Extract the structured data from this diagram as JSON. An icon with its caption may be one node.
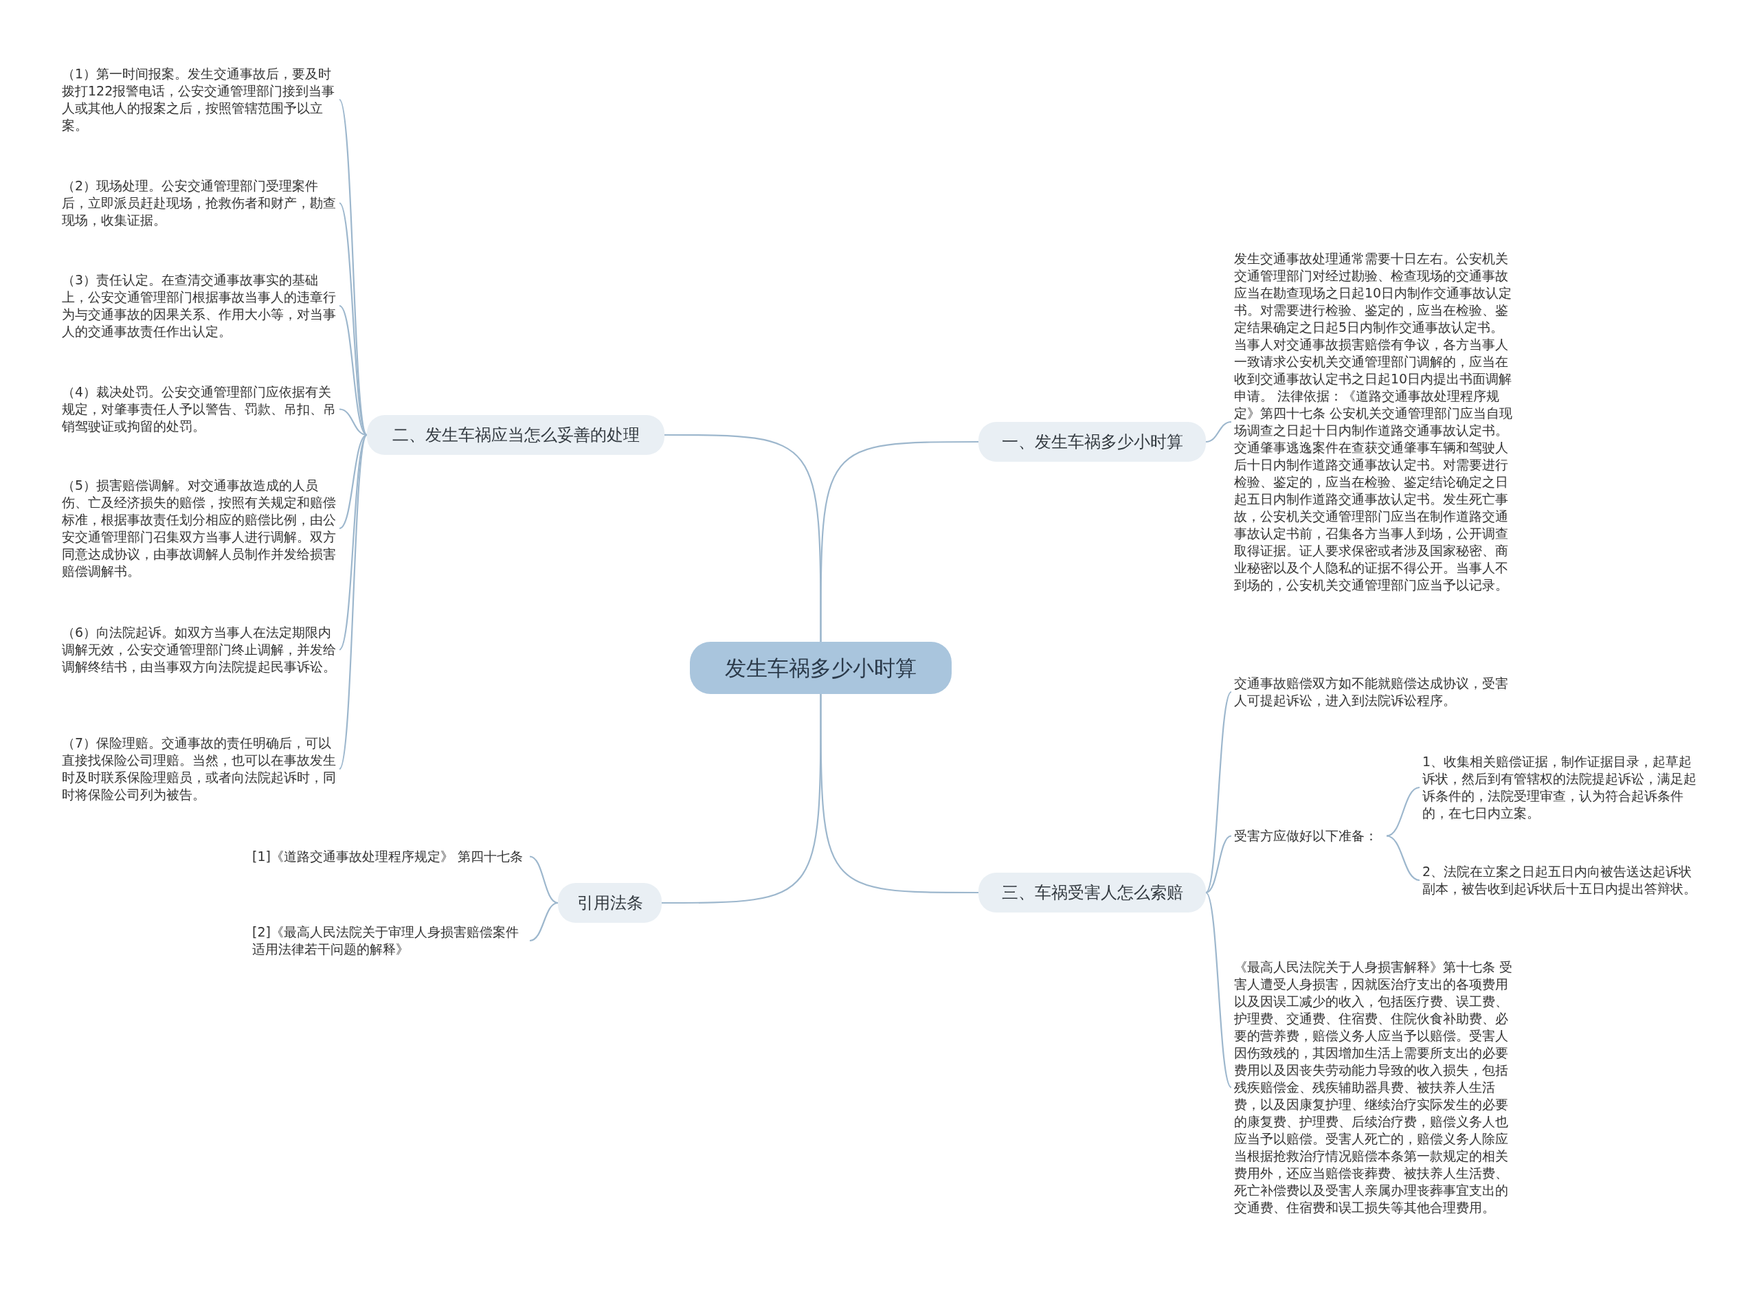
{
  "diagram": {
    "nodes": [
      {
        "text": [
          "发生车祸多少小时算"
        ]
      },
      {
        "text": [
          "一、发生车祸多少小时算"
        ]
      },
      {
        "text": [
          "发生交通事故处理通常需要十日左右。公安机关交通管理部门对经过勘验、检查现场的交通事故应当在勘查现场之日起10日内制作交通事故认定书。对需要进行检验、鉴定的，应当在检验、鉴定结果确定之日起5日内制作交通事故认定书。当事人对交通事故损害赔偿有争议，各方当事人一致请求公安机关交通管理部门调解的，应当在收到交通事故认定书之日起10日内提出书面调解申请。 法律依据：《道路交通事故处理程序规定》第四十七条 公安机关交通管理部门应当自现场调查之日起十日内制作道路交通事故认定书。交通肇事逃逸案件在查获交通肇事车辆和驾驶人后十日内制作道路交通事故认定书。对需要进行检验、鉴定的，应当在检验、鉴定结论确定之日起五日内制作道路交通事故认定书。发生死亡事故，公安机关交通管理部门应当在制作道路交通事故认定书前，召集各方当事人到场，公开调查取得证据。证人要求保密或者涉及国家秘密、商业秘密以及个人隐私的证据不得公开。当事人不到场的，公安机关交通管理部门应当予以记录。"
        ]
      },
      {
        "text": [
          "二、发生车祸应当怎么妥善的处理"
        ]
      },
      {
        "text": [
          "（1）第一时间报案。发生交通事故后，要及时拨打122报警电话，公安交通管理部门接到当事人或其他人的报案之后，按照管辖范围予以立案。"
        ]
      },
      {
        "text": [
          "（2）现场处理。公安交通管理部门受理案件后，立即派员赶赴现场，抢救伤者和财产，勘查现场，收集证据。"
        ]
      },
      {
        "text": [
          "（3）责任认定。在查清交通事故事实的基础上，公安交通管理部门根据事故当事人的违章行为与交通事故的因果关系、作用大小等，对当事人的交通事故责任作出认定。"
        ]
      },
      {
        "text": [
          "（4）裁决处罚。公安交通管理部门应依据有关规定，对肇事责任人予以警告、罚款、吊扣、吊销驾驶证或拘留的处罚。"
        ]
      },
      {
        "text": [
          "（5）损害赔偿调解。对交通事故造成的人员伤、亡及经济损失的赔偿，按照有关规定和赔偿标准，根据事故责任划分相应的赔偿比例，由公安交通管理部门召集双方当事人进行调解。双方同意达成协议，由事故调解人员制作并发给损害赔偿调解书。"
        ]
      },
      {
        "text": [
          "（6）向法院起诉。如双方当事人在法定期限内调解无效，公安交通管理部门终止调解，并发给调解终结书，由当事双方向法院提起民事诉讼。"
        ]
      },
      {
        "text": [
          "（7）保险理赔。交通事故的责任明确后，可以直接找保险公司理赔。当然，也可以在事故发生时及时联系保险理赔员，或者向法院起诉时，同时将保险公司列为被告。"
        ]
      },
      {
        "text": [
          "三、车祸受害人怎么索赔"
        ]
      },
      {
        "text": [
          "交通事故赔偿双方如不能就赔偿达成协议，受害人可提起诉讼，进入到法院诉讼程序。"
        ]
      },
      {
        "text": [
          "受害方应做好以下准备："
        ]
      },
      {
        "text": [
          "1、收集相关赔偿证据，制作证据目录，起草起诉状，然后到有管辖权的法院提起诉讼，满足起诉条件的，法院受理审查，认为符合起诉条件的，在七日内立案。"
        ]
      },
      {
        "text": [
          "2、法院在立案之日起五日内向被告送达起诉状副本，被告收到起诉状后十五日内提出答辩状。"
        ]
      },
      {
        "text": [
          "《最高人民法院关于人身损害解释》第十七条 受害人遭受人身损害，因就医治疗支出的各项费用以及因误工减少的收入，包括医疗费、误工费、护理费、交通费、住宿费、住院伙食补助费、必要的营养费，赔偿义务人应当予以赔偿。受害人因伤致残的，其因增加生活上需要所支出的必要费用以及因丧失劳动能力导致的收入损失，包括残疾赔偿金、残疾辅助器具费、被扶养人生活费，以及因康复护理、继续治疗实际发生的必要的康复费、护理费、后续治疗费，赔偿义务人也应当予以赔偿。受害人死亡的，赔偿义务人除应当根据抢救治疗情况赔偿本条第一款规定的相关费用外，还应当赔偿丧葬费、被扶养人生活费、死亡补偿费以及受害人亲属办理丧葬事宜支出的交通费、住宿费和误工损失等其他合理费用。"
        ]
      },
      {
        "text": [
          "引用法条"
        ]
      },
      {
        "text": [
          "[1]《道路交通事故处理程序规定》 第四十七条"
        ]
      },
      {
        "text": [
          "[2]《最高人民法院关于审理人身损害赔偿案件适用法律若干问题的解释》"
        ]
      }
    ],
    "edges": [
      {
        "from": 0,
        "to": 1,
        "arrow": "none"
      },
      {
        "from": 1,
        "to": 2,
        "arrow": "none"
      },
      {
        "from": 0,
        "to": 3,
        "arrow": "none"
      },
      {
        "from": 3,
        "to": 4,
        "arrow": "none"
      },
      {
        "from": 3,
        "to": 5,
        "arrow": "none"
      },
      {
        "from": 3,
        "to": 6,
        "arrow": "none"
      },
      {
        "from": 3,
        "to": 7,
        "arrow": "none"
      },
      {
        "from": 3,
        "to": 8,
        "arrow": "none"
      },
      {
        "from": 3,
        "to": 9,
        "arrow": "none"
      },
      {
        "from": 3,
        "to": 10,
        "arrow": "none"
      },
      {
        "from": 0,
        "to": 11,
        "arrow": "none"
      },
      {
        "from": 11,
        "to": 12,
        "arrow": "none"
      },
      {
        "from": 11,
        "to": 13,
        "arrow": "none"
      },
      {
        "from": 13,
        "to": 14,
        "arrow": "none"
      },
      {
        "from": 13,
        "to": 15,
        "arrow": "none"
      },
      {
        "from": 11,
        "to": 16,
        "arrow": "none"
      },
      {
        "from": 0,
        "to": 17,
        "arrow": "none"
      },
      {
        "from": 17,
        "to": 18,
        "arrow": "none"
      },
      {
        "from": 17,
        "to": 19,
        "arrow": "none"
      }
    ]
  }
}
